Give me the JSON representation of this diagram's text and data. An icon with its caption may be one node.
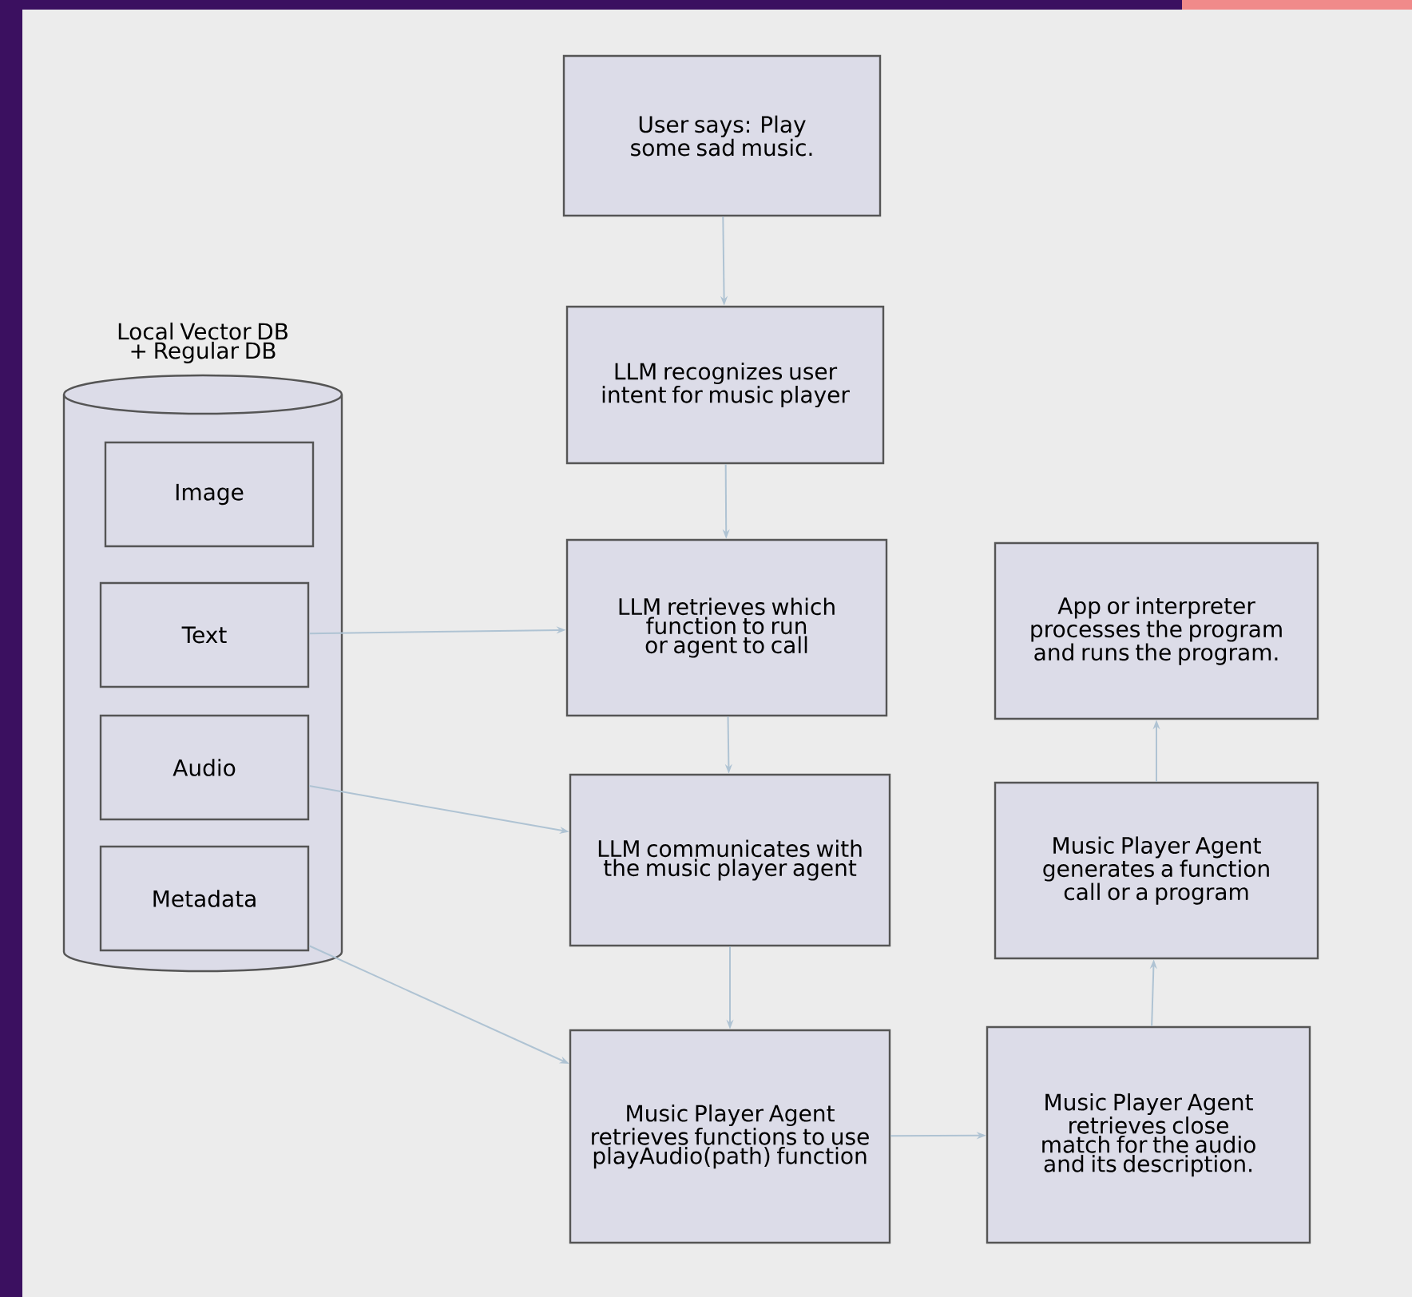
{
  "diagram": {
    "nodes": [
      {
        "text": [
          "Local Vector DB + Regular DB"
        ]
      },
      {
        "text": [
          "Image"
        ],
        "in": 0
      },
      {
        "text": [
          "Text"
        ],
        "in": 0
      },
      {
        "text": [
          "Audio"
        ],
        "in": 0
      },
      {
        "text": [
          "Metadata"
        ],
        "in": 0
      },
      {
        "text": [
          "User says: Play some sad music."
        ]
      },
      {
        "text": [
          "LLM recognizes user intent for music player"
        ]
      },
      {
        "text": [
          "LLM retrieves which function to run or agent to call"
        ]
      },
      {
        "text": [
          "LLM communicates with the music player agent"
        ]
      },
      {
        "text": [
          "Music Player Agent retrieves functions to use playAudio(path) function"
        ]
      },
      {
        "text": [
          "Music Player Agent retrieves close match for the audio and its description."
        ]
      },
      {
        "text": [
          "Music Player Agent generates a function call or a program"
        ]
      },
      {
        "text": [
          "App or interpreter processes the program and runs the program."
        ]
      }
    ],
    "edges": [
      {
        "from": 5,
        "to": 6,
        "arrow": "to"
      },
      {
        "from": 6,
        "to": 7,
        "arrow": "to"
      },
      {
        "from": 7,
        "to": 8,
        "arrow": "to"
      },
      {
        "from": 8,
        "to": 9,
        "arrow": "to"
      },
      {
        "from": 9,
        "to": 10,
        "arrow": "to"
      },
      {
        "from": 10,
        "to": 11,
        "arrow": "to"
      },
      {
        "from": 11,
        "to": 12,
        "arrow": "to"
      },
      {
        "from": 2,
        "to": 7,
        "arrow": "to"
      },
      {
        "from": 3,
        "to": 8,
        "arrow": "to"
      },
      {
        "from": 4,
        "to": 9,
        "arrow": "to"
      }
    ]
  }
}
